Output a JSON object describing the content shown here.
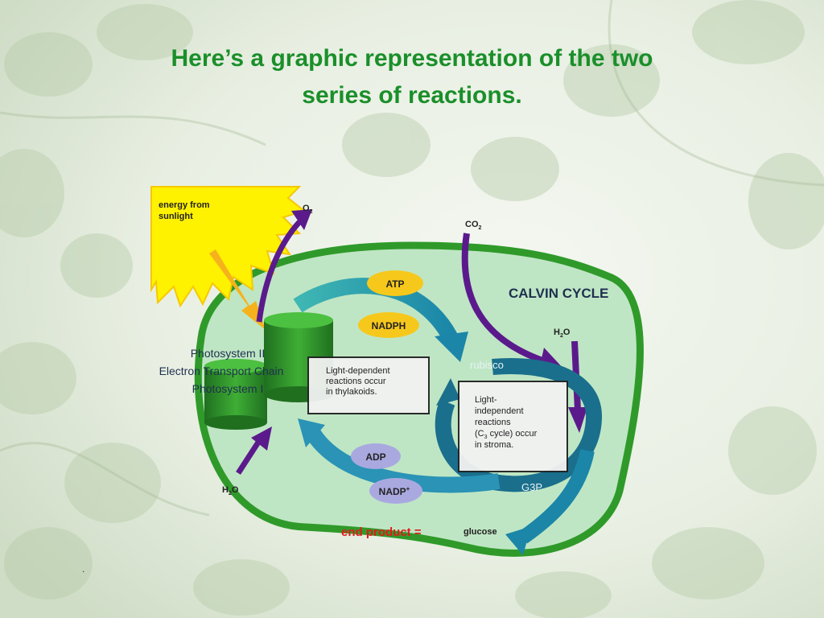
{
  "slide": {
    "title_line1": "Here’s a graphic representation of the two",
    "title_line2": "series of reactions.",
    "footer_mark": "."
  },
  "diagram": {
    "sun_label_line1": "energy from",
    "sun_label_line2": "sunlight",
    "o2": "O",
    "o2_sub": "2",
    "co2": "CO",
    "co2_sub": "2",
    "calvin_cycle": "CALVIN CYCLE",
    "h2o_top": "H",
    "h2o_top_sub": "2",
    "h2o_top_end": "O",
    "h2o_bottom": "H",
    "h2o_bottom_sub": "2",
    "h2o_bottom_end": "O",
    "photosystem2": "Photosystem II",
    "etc": "Electron Transport Chain",
    "photosystem1": "Photosystem I",
    "atp": "ATP",
    "nadph": "NADPH",
    "adp": "ADP",
    "nadp": "NADP",
    "nadp_sup": "+",
    "rubisco": "rubisco",
    "g3p": "G3P",
    "light_dep_line1": "Light-dependent",
    "light_dep_line2": "reactions occur",
    "light_dep_line3": "in thylakoids.",
    "light_indep_line1": "Light-",
    "light_indep_line2": "independent",
    "light_indep_line3": "reactions",
    "light_indep_line4a": "(C",
    "light_indep_line4sub": "3",
    "light_indep_line4b": " cycle) occur",
    "light_indep_line5": "in stroma.",
    "end_product": "end product =",
    "glucose": "glucose"
  },
  "colors": {
    "title": "#1a8f2a",
    "chloroplast_outline": "#2f9a2a",
    "stroma": "#bfe6c4",
    "thylakoid": "#2f8f2a",
    "sun": "#fff200",
    "arrow_purple": "#5b1a8c",
    "arrow_teal": "#1b8aa8",
    "molecule_yellow": "#f6c81c",
    "molecule_lavender": "#a9a9e0",
    "end_product_red": "#e01b1b"
  }
}
